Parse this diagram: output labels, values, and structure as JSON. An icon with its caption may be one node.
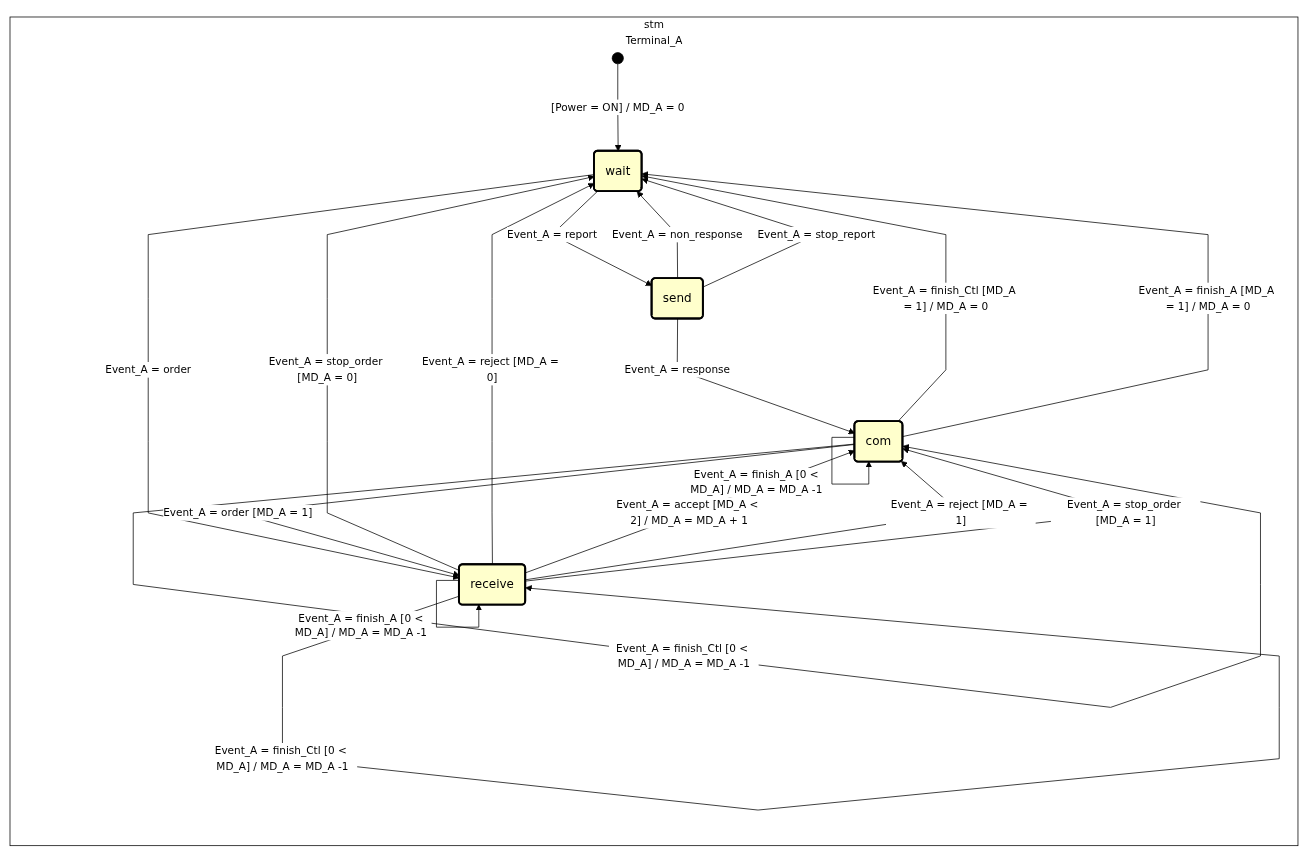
{
  "diagram": {
    "nodes": [
      {
        "text": [
          "stm",
          "Terminal_A"
        ]
      },
      {
        "text": [],
        "shape": "circle",
        "in": 0
      },
      {
        "text": [
          "wait"
        ],
        "in": 0
      },
      {
        "text": [
          "send"
        ],
        "in": 0
      },
      {
        "text": [
          "receive"
        ],
        "in": 0
      },
      {
        "text": [
          "com"
        ],
        "in": 0
      }
    ],
    "edges": [
      {
        "from": 1,
        "to": 2,
        "arrow": "to",
        "label": "[Power = ON] / MD_A = 0"
      },
      {
        "from": 3,
        "to": 2,
        "arrow": "to",
        "label": "Event_A = non_response"
      },
      {
        "from": 3,
        "to": 2,
        "arrow": "to",
        "label": "Event_A = stop_report"
      },
      {
        "from": 2,
        "to": 3,
        "arrow": "to",
        "label": "Event_A = report"
      },
      {
        "from": 2,
        "to": 4,
        "arrow": "to",
        "label": "Event_A = order"
      },
      {
        "from": 4,
        "to": 2,
        "arrow": "to",
        "label": "Event_A = stop_order [MD_A = 0]"
      },
      {
        "from": 4,
        "to": 2,
        "arrow": "to",
        "label": "Event_A = reject [MD_A = 0]"
      },
      {
        "from": 5,
        "to": 2,
        "arrow": "to",
        "label": "Event_A = finish_Ctl [MD_A = 1] / MD_A = 0"
      },
      {
        "from": 5,
        "to": 2,
        "arrow": "to",
        "label": "Event_A = finish_A [MD_A = 1] / MD_A = 0"
      },
      {
        "from": 3,
        "to": 5,
        "arrow": "to",
        "label": "Event_A = response"
      },
      {
        "from": 4,
        "to": 5,
        "arrow": "to",
        "label": "Event_A = accept [MD_A < 2] / MD_A = MD_A + 1"
      },
      {
        "from": 4,
        "to": 5,
        "arrow": "to",
        "label": "Event_A = reject [MD_A = 1]"
      },
      {
        "from": 4,
        "to": 5,
        "arrow": "to",
        "label": "Event_A = stop_order [MD_A = 1]"
      },
      {
        "from": 5,
        "to": 4,
        "arrow": "to",
        "label": "Event_A = order [MD_A = 1]"
      },
      {
        "from": 4,
        "to": 4,
        "arrow": "to",
        "label": "Event_A = finish_Ctl [0 < MD_A] / MD_A = MD_A -1"
      },
      {
        "from": 4,
        "to": 4,
        "arrow": "to",
        "label": "Event_A = finish_A [0 < MD_A] / MD_A = MD_A -1"
      },
      {
        "from": 5,
        "to": 5,
        "arrow": "to",
        "label": "Event_A = finish_Ctl [0 < MD_A] / MD_A = MD_A -1"
      },
      {
        "from": 5,
        "to": 5,
        "arrow": "to",
        "label": "Event_A = finish_A [0 < MD_A] / MD_A = MD_A -1"
      }
    ]
  }
}
